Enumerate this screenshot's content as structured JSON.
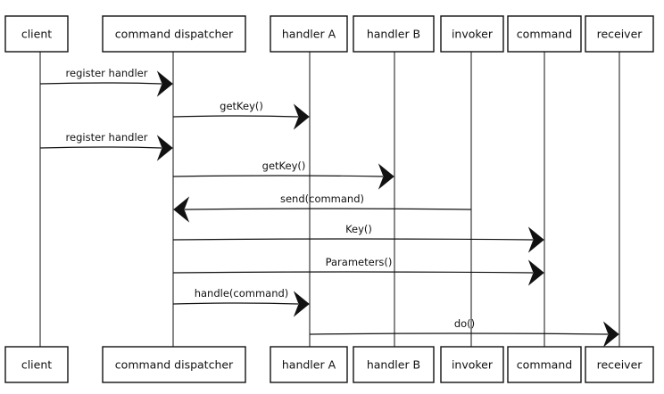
{
  "participants": [
    {
      "label": "client"
    },
    {
      "label": "command dispatcher"
    },
    {
      "label": "handler A"
    },
    {
      "label": "handler B"
    },
    {
      "label": "invoker"
    },
    {
      "label": "command"
    },
    {
      "label": "receiver"
    }
  ],
  "messages": [
    {
      "from": 0,
      "to": 1,
      "label": "register handler"
    },
    {
      "from": 1,
      "to": 2,
      "label": "getKey()"
    },
    {
      "from": 0,
      "to": 1,
      "label": "register handler"
    },
    {
      "from": 1,
      "to": 3,
      "label": "getKey()"
    },
    {
      "from": 4,
      "to": 1,
      "label": "send(command)"
    },
    {
      "from": 1,
      "to": 5,
      "label": "Key()"
    },
    {
      "from": 1,
      "to": 5,
      "label": "Parameters()"
    },
    {
      "from": 1,
      "to": 2,
      "label": "handle(command)"
    },
    {
      "from": 2,
      "to": 6,
      "label": "do()"
    }
  ]
}
